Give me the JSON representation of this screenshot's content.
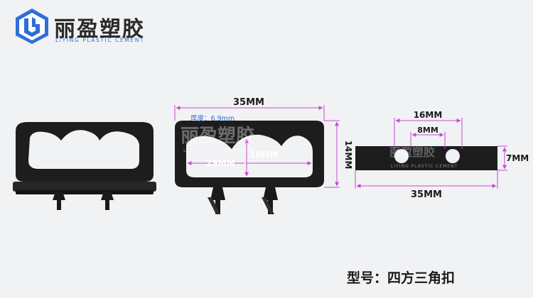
{
  "brand": {
    "name_cn": "丽盈塑胶",
    "name_en": "LIYING PLASTIC CEMENT",
    "logo_icon": "ly-hexagon-logo-icon",
    "accent_color": "#2f6fd6"
  },
  "watermark": {
    "name_cn": "丽盈塑胶",
    "name_en": "LIYING PLASTIC CEMENT"
  },
  "dimensions": {
    "width_total": "35MM",
    "thickness": "厚度：6.9mm",
    "height_total": "14MM",
    "inner_width": "29MM",
    "inner_height": "10MM",
    "hole_spacing_outer": "16MM",
    "hole_spacing_inner": "8MM",
    "bottom_width": "35MM",
    "bottom_height": "7MM"
  },
  "model": {
    "label": "型号：",
    "value": "四方三角扣"
  },
  "colors": {
    "dimension_line": "#c84ad0",
    "part": "#1b1b1b",
    "background": "#f1f2f4"
  }
}
